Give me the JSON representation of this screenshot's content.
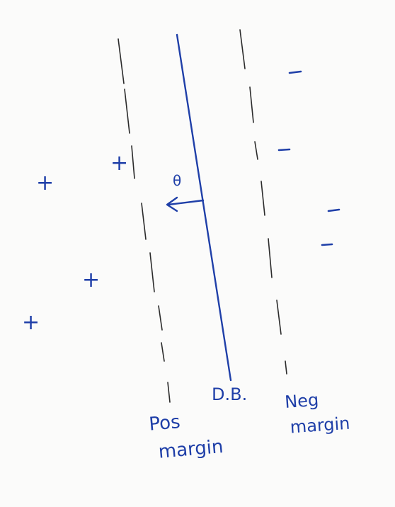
{
  "diagram": {
    "ink_color": "#1f3fa8",
    "pencil_color": "#2b2b2b",
    "background": "#fbfbfa",
    "theta_label": "θ",
    "decision_boundary_label": "D.B.",
    "positive_margin_label": [
      "Pos",
      "margin"
    ],
    "negative_margin_label": [
      "Neg",
      "margin"
    ],
    "positive_symbol": "+",
    "negative_symbol": "-",
    "positive_point_count": 4,
    "negative_point_count": 4
  }
}
